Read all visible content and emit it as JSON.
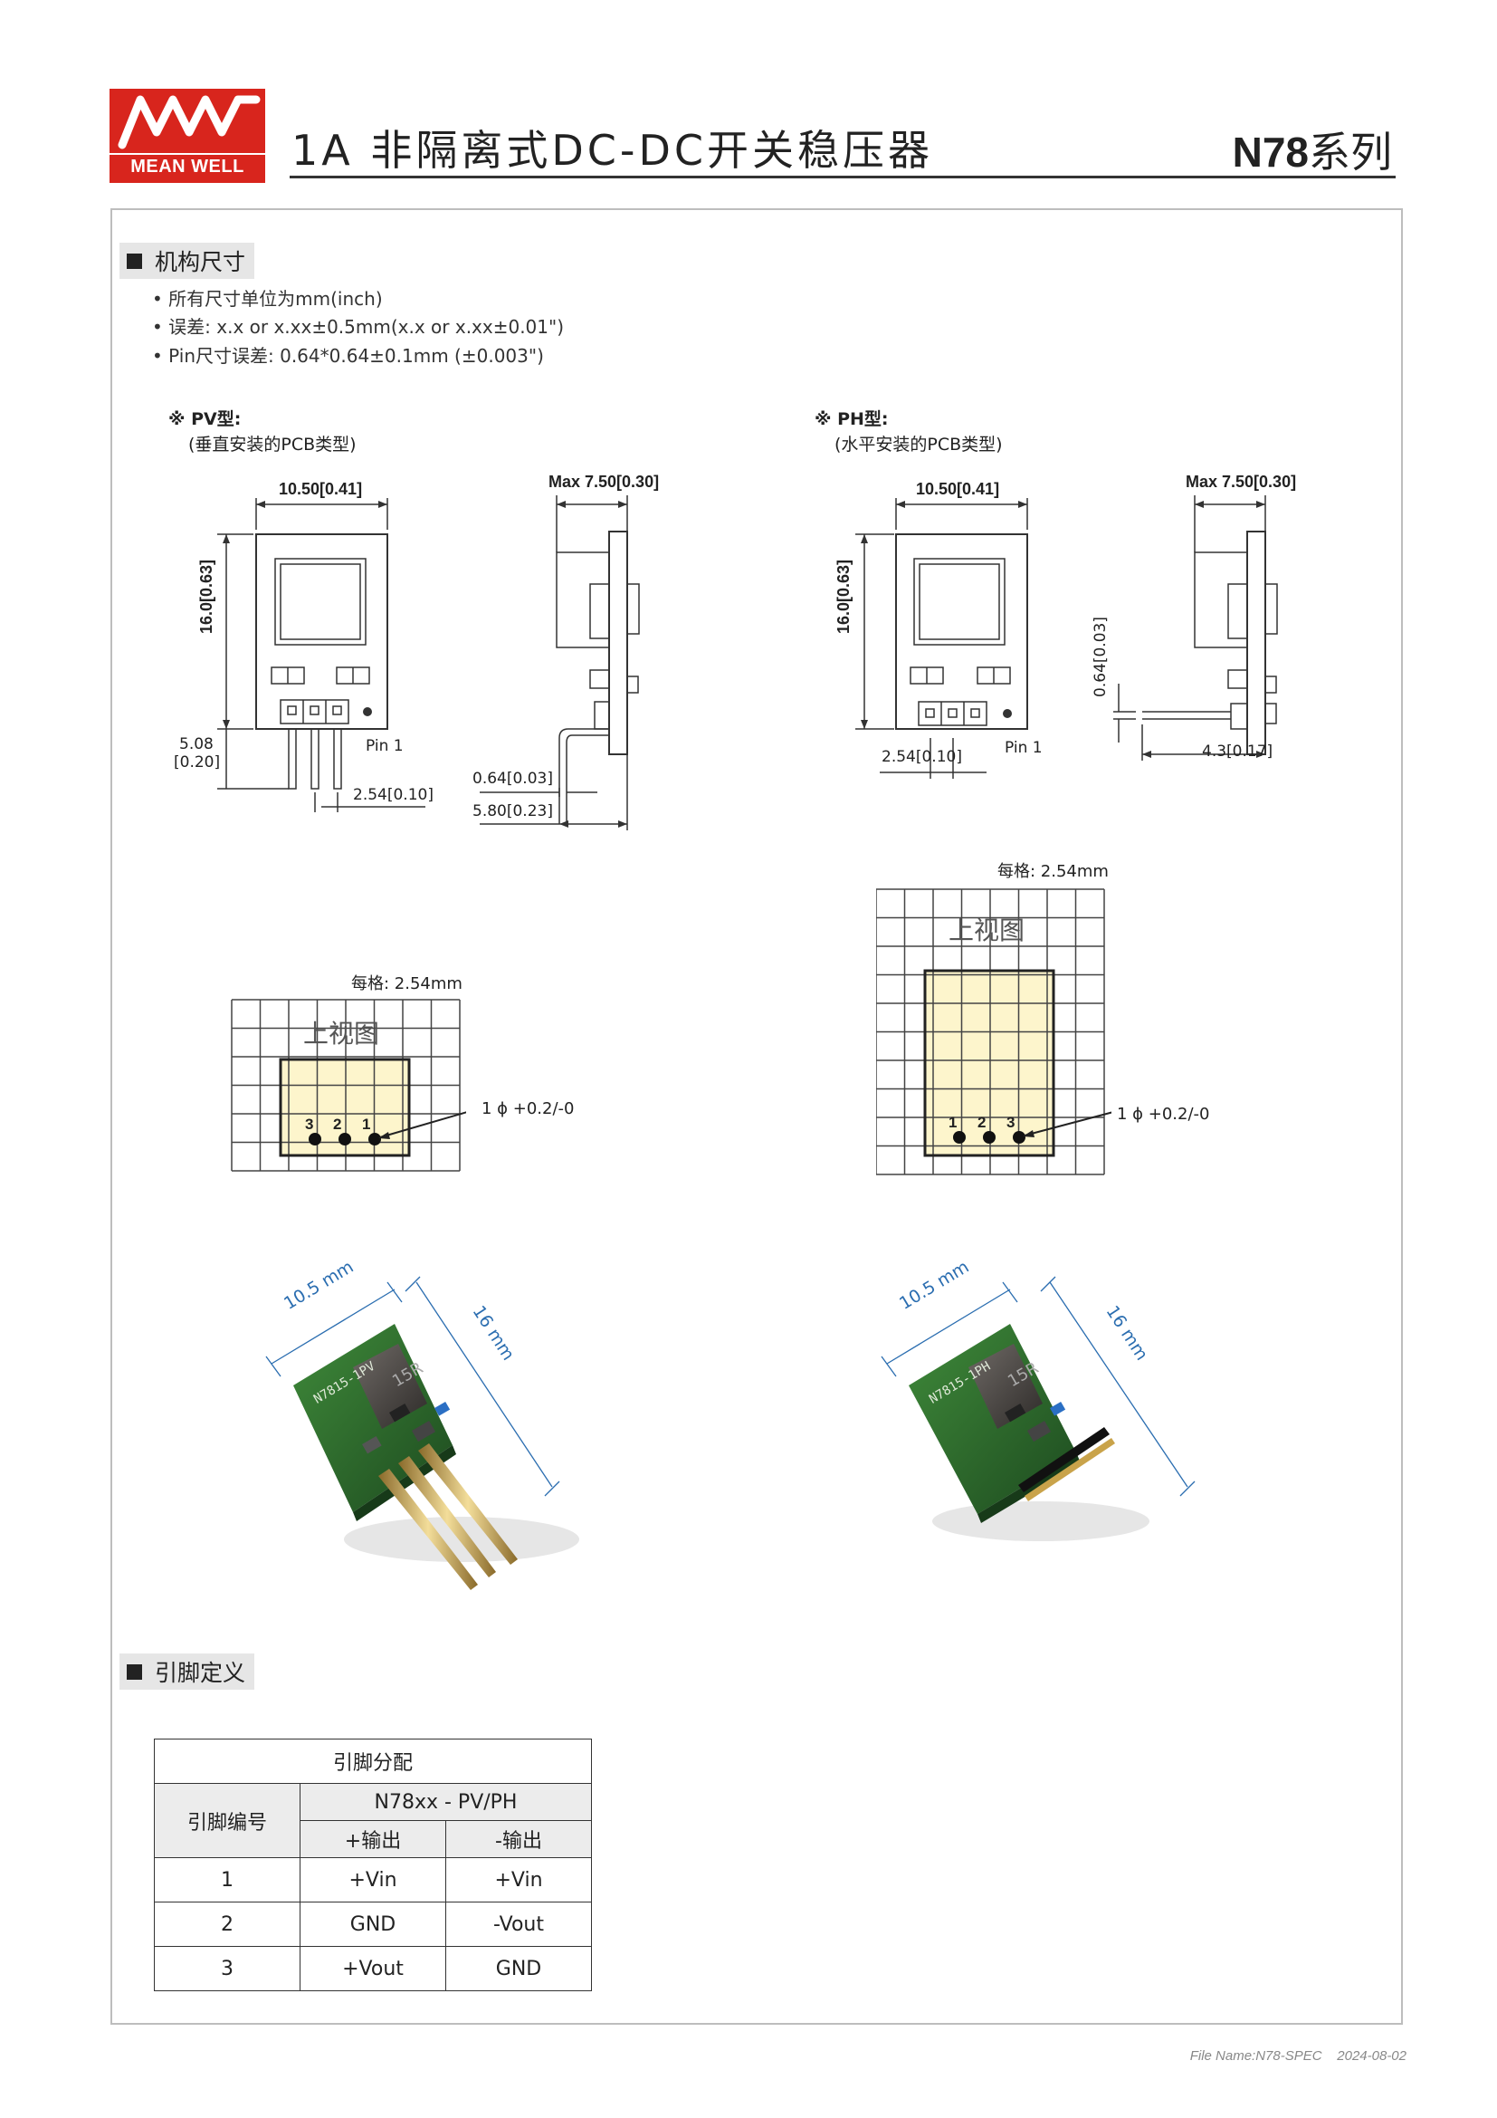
{
  "header": {
    "logo_text": "MEAN WELL",
    "title": "1A 非隔离式DC-DC开关稳压器",
    "series_code": "N78",
    "series_suffix": "系列"
  },
  "mechanical": {
    "heading": "机构尺寸",
    "notes": [
      "所有尺寸单位为mm(inch)",
      "误差: x.x or x.xx±0.5mm(x.x or x.xx±0.01\")",
      "Pin尺寸误差: 0.64*0.64±0.1mm (±0.003\")"
    ],
    "pv": {
      "type_label": "※ PV型:",
      "desc": "(垂直安装的PCB类型)",
      "width": "10.50[0.41]",
      "height": "16.0[0.63]",
      "max_depth": "Max 7.50[0.30]",
      "pin_len": "5.08",
      "pin_len_in": "[0.20]",
      "pin1": "Pin 1",
      "pitch": "2.54[0.10]",
      "pin_size": "0.64[0.03]",
      "offset": "5.80[0.23]",
      "grid_label": "每格: 2.54mm",
      "top_view": "上视图",
      "pin_numbers": [
        "3",
        "2",
        "1"
      ],
      "hole": "1 ɸ +0.2/-0"
    },
    "ph": {
      "type_label": "※ PH型:",
      "desc": "(水平安装的PCB类型)",
      "width": "10.50[0.41]",
      "height": "16.0[0.63]",
      "max_depth": "Max 7.50[0.30]",
      "pin_size": "0.64[0.03]",
      "pitch": "2.54[0.10]",
      "pin1": "Pin 1",
      "pin_ext": "4.3[0.17]",
      "grid_label": "每格: 2.54mm",
      "top_view": "上视图",
      "pin_numbers": [
        "1",
        "2",
        "3"
      ],
      "hole": "1 ɸ +0.2/-0"
    },
    "photo_pv": {
      "w": "10.5 mm",
      "h": "16 mm",
      "marking": "N7815-1PV",
      "inductor": "15R"
    },
    "photo_ph": {
      "w": "10.5 mm",
      "h": "16 mm",
      "marking": "N7815-1PH",
      "inductor": "15R"
    }
  },
  "pinout": {
    "heading": "引脚定义",
    "table_title": "引脚分配",
    "col_pin": "引脚编号",
    "col_model": "N78xx - PV/PH",
    "col_pos": "+输出",
    "col_neg": "-输出",
    "rows": [
      {
        "pin": "1",
        "pos": "+Vin",
        "neg": "+Vin"
      },
      {
        "pin": "2",
        "pos": "GND",
        "neg": "-Vout"
      },
      {
        "pin": "3",
        "pos": "+Vout",
        "neg": "GND"
      }
    ]
  },
  "footer": {
    "file_name": "File Name:N78-SPEC",
    "date": "2024-08-02"
  }
}
